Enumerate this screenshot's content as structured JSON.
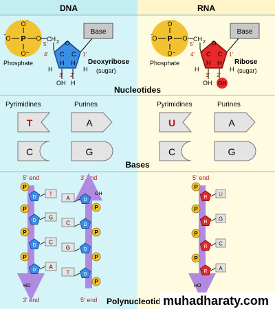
{
  "header": {
    "dna": "DNA",
    "rna": "RNA"
  },
  "nucleotides": {
    "section_label": "Nucleotides",
    "phosphate_label": "Phosphate",
    "base_box": "Base",
    "five_prime": "5'",
    "four_prime": "4'",
    "one_prime": "1'",
    "three_prime": "3'",
    "two_prime": "2'",
    "ch2": "CH",
    "ch2_sub": "2",
    "oxygen": "O",
    "carbon": "C",
    "hydrogen": "H",
    "oh": "OH",
    "p": "P",
    "o_minus": "O",
    "minus": "−",
    "dna_sugar": "Deoxyribose",
    "rna_sugar": "Ribose",
    "sugar_paren": "(sugar)",
    "rna_2oh": "OH"
  },
  "bases": {
    "section_label": "Bases",
    "pyrimidines": "Pyrimidines",
    "purines": "Purines",
    "dna": {
      "pyr1": "T",
      "pur1": "A",
      "pyr2": "C",
      "pur2": "G"
    },
    "rna": {
      "pyr1": "U",
      "pur1": "A",
      "pyr2": "C",
      "pur2": "G"
    }
  },
  "polynucleotides": {
    "section_label": "Polynucleotides",
    "five_end": "5' end",
    "three_end": "3' end",
    "p": "P",
    "d": "D",
    "r": "R",
    "ho": "HO",
    "oh": "OH",
    "dna_left_bases": [
      "T",
      "G",
      "C",
      "A"
    ],
    "dna_right_bases": [
      "A",
      "C",
      "G",
      "T"
    ],
    "rna_bases": [
      "U",
      "G",
      "C",
      "A"
    ]
  },
  "watermark": "muhadharaty.com",
  "colors": {
    "dna_bg": "#ccf2f7",
    "rna_bg": "#fff9d6",
    "header_dna": "#c4eef3",
    "header_rna": "#fff5c8",
    "phosphate": "#f2c230",
    "deoxyribose": "#3a8ee8",
    "ribose": "#e8282a",
    "thymine": "#b01818",
    "backbone": "#b08ae0"
  }
}
